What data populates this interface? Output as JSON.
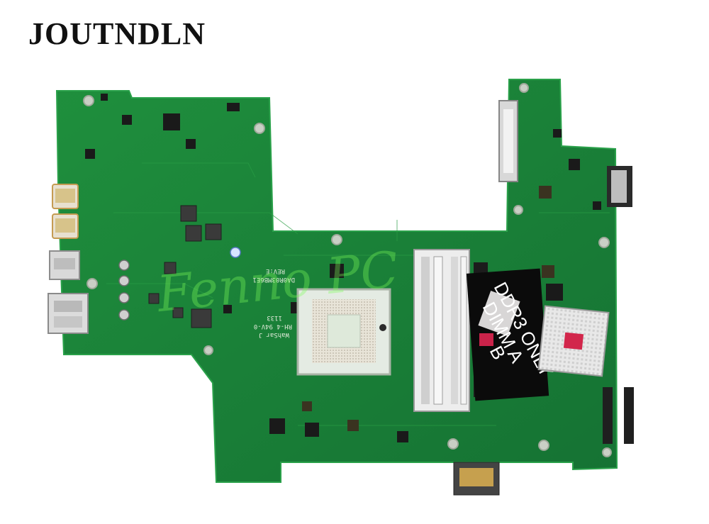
{
  "brand": {
    "text": "JOUTNDLN"
  },
  "board": {
    "colors": {
      "pcb": "#1e8a3a",
      "pcb_dark": "#1a6f31",
      "pcb_edge": "#2a9a47",
      "black_label": "#0c0c0c"
    },
    "silkscreen": {
      "model": "DA0R03MB6E1",
      "rev": "REV:E",
      "vendor": "WahSar J",
      "code1": "RH-4  94V-0",
      "code2": "1133"
    },
    "ram_label": {
      "line1": "DDR3 ONLY",
      "line2": "DIMM A",
      "line3": "B"
    },
    "watermark": "Fenno PC"
  }
}
